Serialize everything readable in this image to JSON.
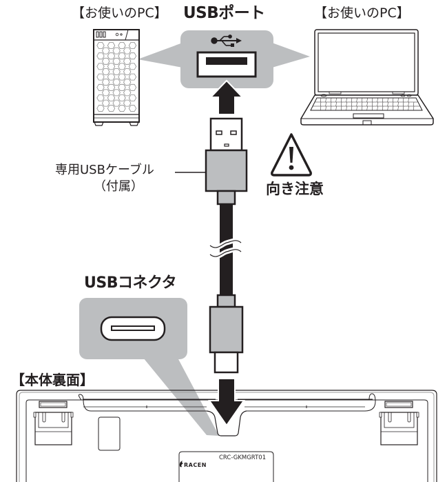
{
  "labels": {
    "pc_tower": "【お使いのPC】",
    "pc_laptop": "【お使いのPC】",
    "usb_port": "USBポート",
    "cable": "専用USBケーブル",
    "cable_sub": "（付属）",
    "warning": "向き注意",
    "connector": "USBコネクタ",
    "device_back": "【本体裏面】",
    "brand": "RACEN",
    "model": "CRC-GKMGRT01"
  },
  "icons": {
    "usb_symbol": "usb-icon",
    "warning": "warning-triangle-icon",
    "arrow_up": "arrow-up-icon",
    "arrow_down": "arrow-down-icon",
    "brand_logo": "racen-logo-icon"
  },
  "colors": {
    "ink": "#231f20",
    "callout_gray": "#bcbec0",
    "connector_gray": "#bcbec0",
    "cable_black": "#231f20",
    "paper": "#ffffff"
  }
}
